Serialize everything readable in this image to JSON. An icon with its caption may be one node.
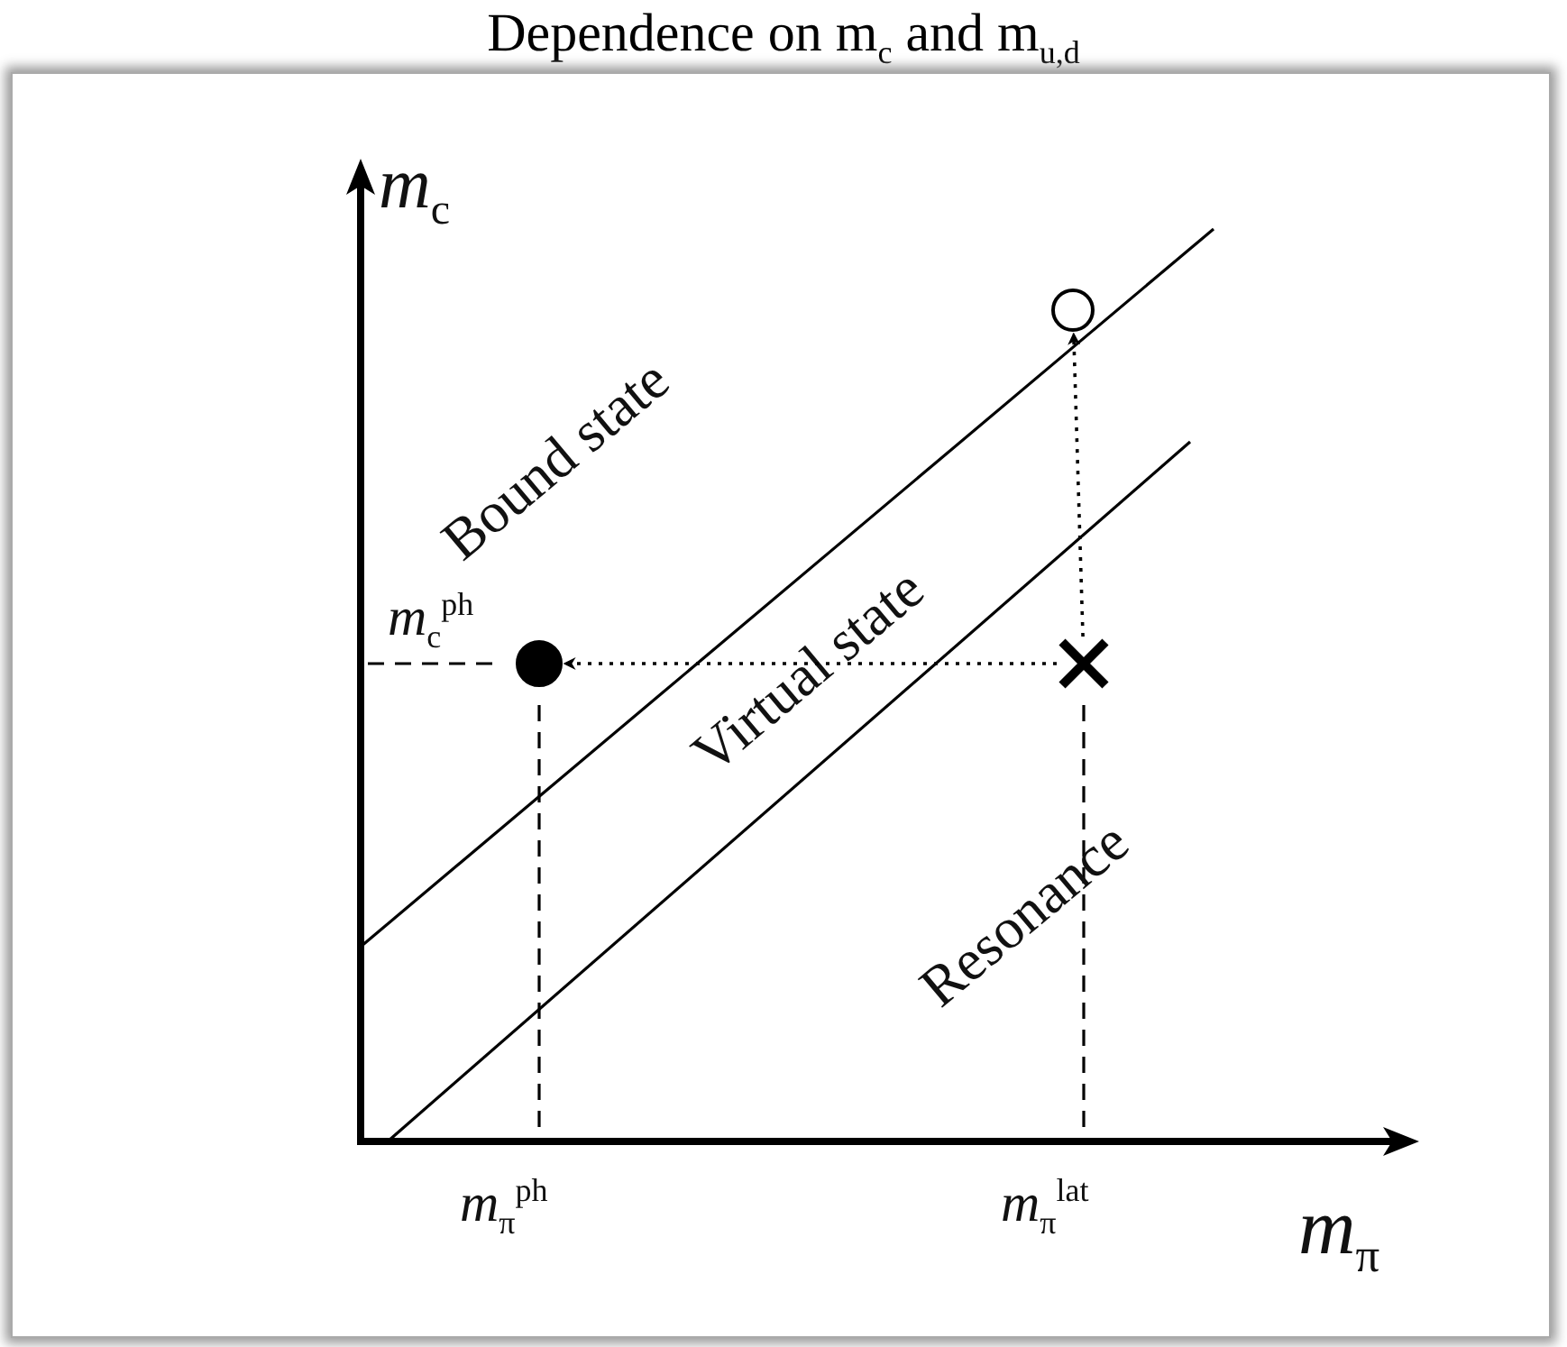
{
  "diagram": {
    "title": "Dependence on m$_{c}$ and m$_{u,d}$",
    "nodes": [
      {
        "text": [],
        "shape": "circle"
      },
      {
        "text": [],
        "shape": "circle"
      },
      {
        "text": [],
        "shape": "cross"
      }
    ],
    "edges": [
      {
        "from": 2,
        "to": 1,
        "arrow": "to",
        "style": "dashed"
      },
      {
        "from": 2,
        "to": 0,
        "arrow": "to",
        "style": "dashed"
      }
    ],
    "labels": [
      "*m*$_{c}$",
      "Bound state",
      "Virtual state",
      "*m*$_{c}$$^{ph}$",
      "Resonance",
      "*m*$_{π}$$^{ph}$",
      "*m*$_{π}$$^{lat}$",
      "*m*$_{π}$"
    ]
  }
}
